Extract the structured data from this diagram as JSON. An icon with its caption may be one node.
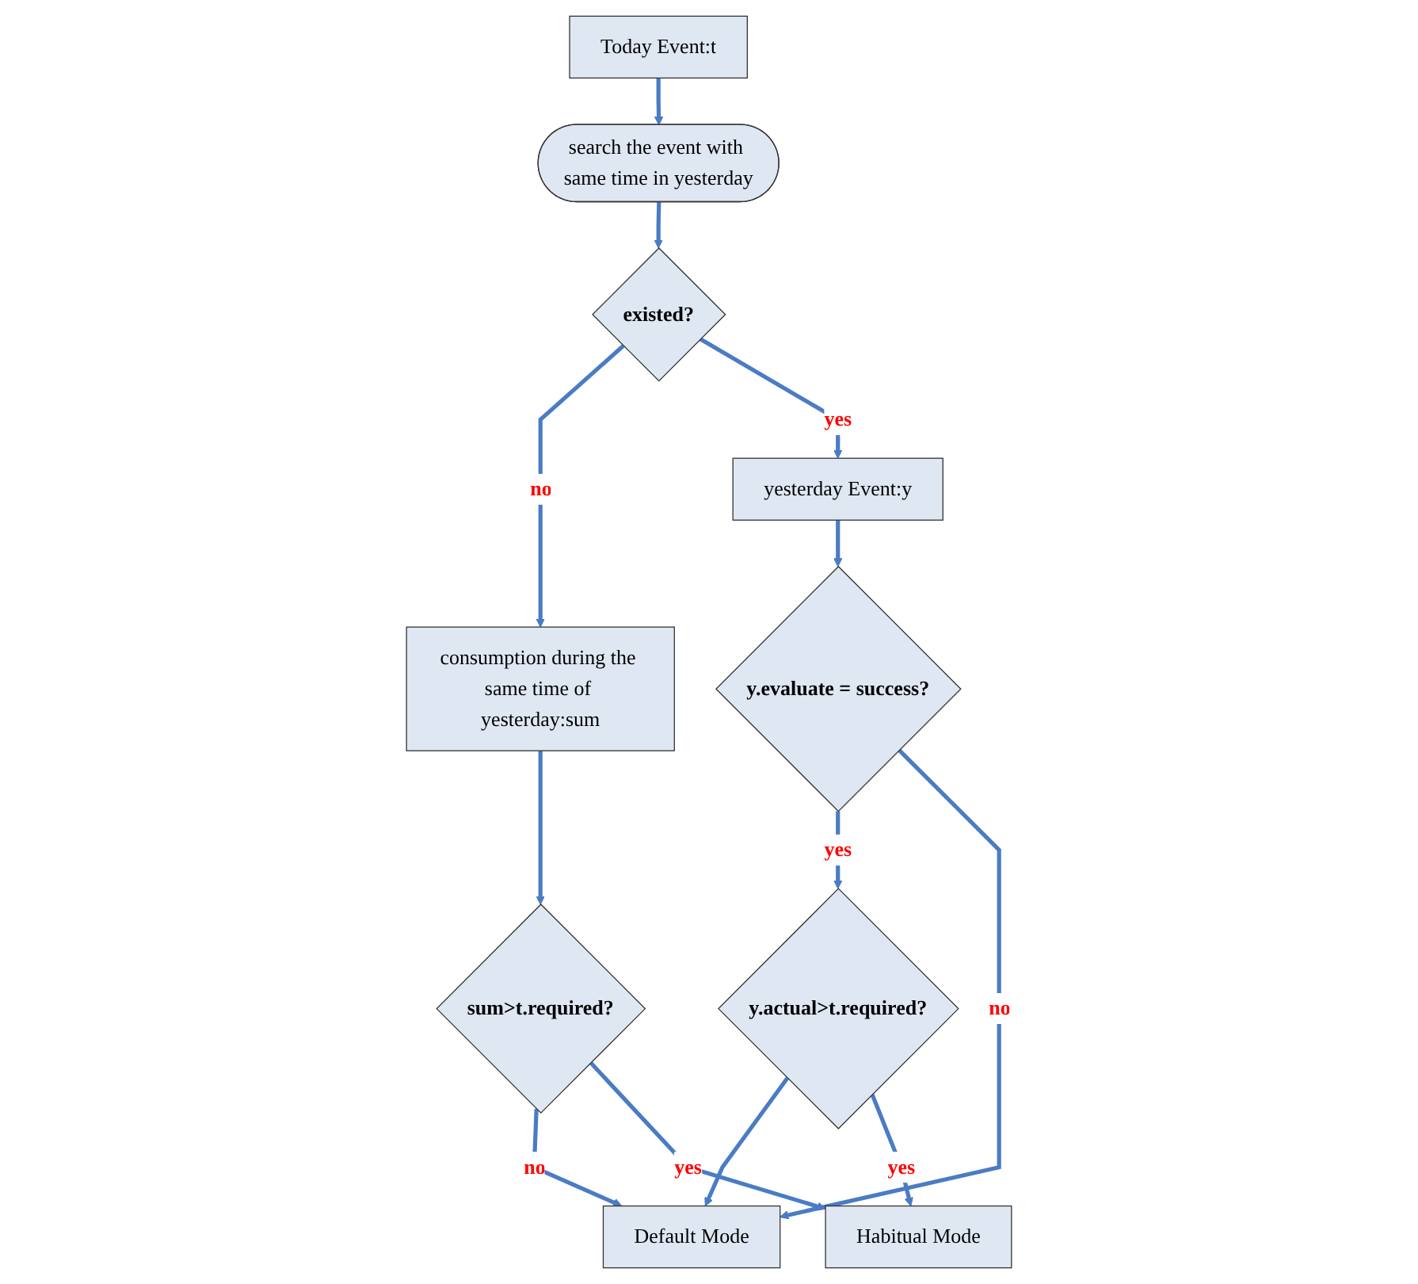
{
  "diagram": {
    "nodes": [
      {
        "text": [
          "Today Event:t"
        ]
      },
      {
        "text": [
          "search the event with same time in yesterday"
        ]
      },
      {
        "text": [
          "existed?"
        ]
      },
      {
        "text": [
          "consumption during the same time of yesterday:sum"
        ]
      },
      {
        "text": [
          "yesterday Event:y"
        ]
      },
      {
        "text": [
          "sum>t.required?"
        ]
      },
      {
        "text": [
          "y.evaluate = success?"
        ]
      },
      {
        "text": [
          "Default Mode"
        ]
      },
      {
        "text": [
          "y.actual>t.required?"
        ]
      },
      {
        "text": [
          "Habitual Mode"
        ]
      }
    ],
    "edges": [
      {
        "from": 0,
        "to": 1,
        "arrow": "to"
      },
      {
        "from": 1,
        "to": 2,
        "arrow": "to"
      },
      {
        "from": 2,
        "to": 3,
        "arrow": "to",
        "label": "no"
      },
      {
        "from": 2,
        "to": 4,
        "arrow": "to",
        "label": "yes"
      },
      {
        "from": 3,
        "to": 5,
        "arrow": "to"
      },
      {
        "from": 5,
        "to": 7,
        "arrow": "to",
        "label": "no"
      },
      {
        "from": 4,
        "to": 6,
        "arrow": "to"
      },
      {
        "from": 6,
        "to": 8,
        "arrow": "to",
        "label": "yes"
      },
      {
        "from": 6,
        "to": 7,
        "arrow": "to",
        "label": "no"
      },
      {
        "from": 8,
        "to": 7,
        "arrow": "to"
      },
      {
        "from": 8,
        "to": 9,
        "arrow": "to",
        "label": "yes"
      },
      {
        "from": 5,
        "to": 9,
        "arrow": "to",
        "label": "yes"
      }
    ]
  }
}
